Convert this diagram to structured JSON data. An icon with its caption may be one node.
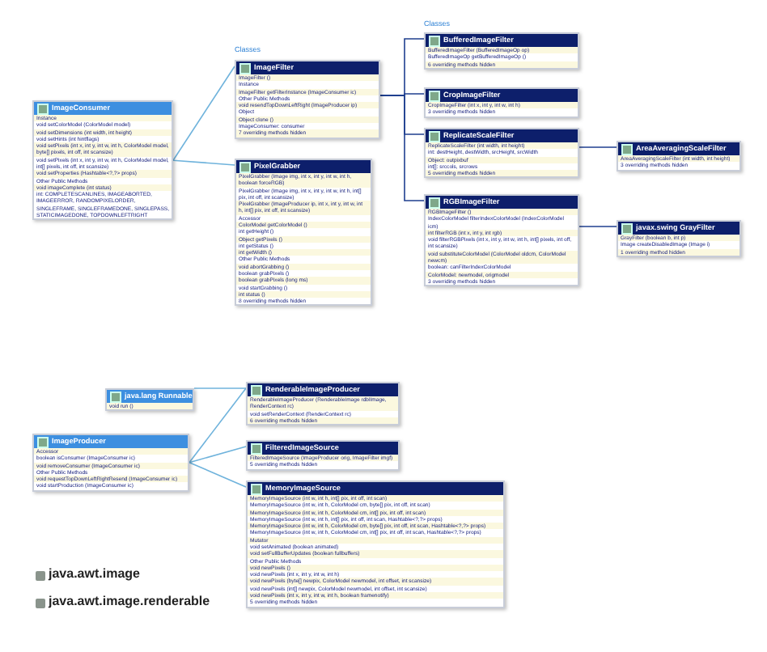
{
  "diagram": {
    "nodes": [
      {
        "text": [
          "ImageConsumer",
          "Instance",
          "void setColorModel (ColorModel model)",
          "void setDimensions (int width, int height)",
          "void setHints (int hintflags)",
          "void setPixels (int x, int y, int w, int h, ColorModel model, byte[] pixels, int off, int scansize)",
          "void setPixels (int x, int y, int w, int h, ColorModel model, int[] pixels, int off, int scansize)",
          "void setProperties (Hashtable<?,?> props)",
          "Other Public Methods",
          "void imageComplete (int status)",
          "int: COMPLETESCANLINES, IMAGEABORTED, IMAGEERROR, RANDOMPIXELORDER, SINGLEFRAME, SINGLEFRAMEDONE, SINGLEPASS, STATICIMAGEDONE, TOPDOWNLEFTRIGHT"
        ]
      },
      {
        "text": [
          "ImageFilter",
          "ImageFilter ()",
          "Instance",
          "ImageFilter getFilterInstance (ImageConsumer ic)",
          "Other Public Methods",
          "void resendTopDownLeftRight (ImageProducer ip)",
          "Object",
          "Object clone ()",
          "ImageConsumer: consumer",
          "7 overriding methods hidden"
        ]
      },
      {
        "text": [
          "PixelGrabber",
          "PixelGrabber (Image img, int x, int y, int w, int h, boolean forceRGB)",
          "PixelGrabber (Image img, int x, int y, int w, int h, int[] pix, int off, int scansize)",
          "PixelGrabber (ImageProducer ip, int x, int y, int w, int h, int[] pix, int off, int scansize)",
          "Accessor",
          "ColorModel getColorModel ()",
          "int getHeight ()",
          "Object getPixels ()",
          "int getStatus ()",
          "int getWidth ()",
          "Other Public Methods",
          "void abortGrabbing ()",
          "boolean grabPixels ()",
          "boolean grabPixels (long ms)",
          "void startGrabbing ()",
          "int status ()",
          "8 overriding methods hidden"
        ]
      },
      {
        "text": [
          "BufferedImageFilter",
          "BufferedImageFilter (BufferedImageOp op)",
          "BufferedImageOp getBufferedImageOp ()",
          "6 overriding methods hidden"
        ]
      },
      {
        "text": [
          "CropImageFilter",
          "CropImageFilter (int x, int y, int w, int h)",
          "3 overriding methods hidden"
        ]
      },
      {
        "text": [
          "ReplicateScaleFilter",
          "ReplicateScaleFilter (int width, int height)",
          "int: destHeight, destWidth, srcHeight, srcWidth",
          "Object: outpixbuf",
          "int[]: srccols, srcrows",
          "5 overriding methods hidden"
        ]
      },
      {
        "text": [
          "RGBImageFilter",
          "RGBImageFilter ()",
          "IndexColorModel filterIndexColorModel (IndexColorModel icm)",
          "int filterRGB (int x, int y, int rgb)",
          "void filterRGBPixels (int x, int y, int w, int h, int[] pixels, int off, int scansize)",
          "void substituteColorModel (ColorModel oldcm, ColorModel newcm)",
          "boolean: canFilterIndexColorModel",
          "ColorModel: newmodel, origmodel",
          "3 overriding methods hidden"
        ]
      },
      {
        "text": [
          "AreaAveragingScaleFilter",
          "AreaAveragingScaleFilter (int width, int height)",
          "3 overriding methods hidden"
        ]
      },
      {
        "text": [
          "javax.swing GrayFilter",
          "GrayFilter (boolean b, int p)",
          "Image createDisabledImage (Image i)",
          "1 overriding method hidden"
        ]
      },
      {
        "text": [
          "java.lang Runnable",
          "void run ()"
        ]
      },
      {
        "text": [
          "ImageProducer",
          "Accessor",
          "boolean isConsumer (ImageConsumer ic)",
          "void removeConsumer (ImageConsumer ic)",
          "Other Public Methods",
          "void requestTopDownLeftRightResend (ImageConsumer ic)",
          "void startProduction (ImageConsumer ic)"
        ]
      },
      {
        "text": [
          "RenderableImageProducer",
          "RenderableImageProducer (RenderableImage rdblImage, RenderContext rc)",
          "void setRenderContext (RenderContext rc)",
          "6 overriding methods hidden"
        ]
      },
      {
        "text": [
          "FilteredImageSource",
          "FilteredImageSource (ImageProducer orig, ImageFilter imgf)",
          "5 overriding methods hidden"
        ]
      },
      {
        "text": [
          "MemoryImageSource",
          "MemoryImageSource (int w, int h, int[] pix, int off, int scan)",
          "MemoryImageSource (int w, int h, ColorModel cm, byte[] pix, int off, int scan)",
          "MemoryImageSource (int w, int h, ColorModel cm, int[] pix, int off, int scan)",
          "MemoryImageSource (int w, int h, int[] pix, int off, int scan, Hashtable<?,?> props)",
          "MemoryImageSource (int w, int h, ColorModel cm, byte[] pix, int off, int scan, Hashtable<?,?> props)",
          "MemoryImageSource (int w, int h, ColorModel cm, int[] pix, int off, int scan, Hashtable<?,?> props)",
          "Mutator",
          "void setAnimated (boolean animated)",
          "void setFullBufferUpdates (boolean fullbuffers)",
          "Other Public Methods",
          "void newPixels ()",
          "void newPixels (int x, int y, int w, int h)",
          "void newPixels (byte[] newpix, ColorModel newmodel, int offset, int scansize)",
          "void newPixels (int[] newpix, ColorModel newmodel, int offset, int scansize)",
          "void newPixels (int x, int y, int w, int h, boolean framenotify)",
          "5 overriding methods hidden"
        ]
      }
    ],
    "edges": [
      {
        "from": 0,
        "to": 1,
        "arrow": "none"
      },
      {
        "from": 0,
        "to": 2,
        "arrow": "none"
      },
      {
        "from": 1,
        "to": 3,
        "arrow": "none",
        "color": "#1f3f8f"
      },
      {
        "from": 1,
        "to": 4,
        "arrow": "none",
        "color": "#1f3f8f"
      },
      {
        "from": 1,
        "to": 5,
        "arrow": "none",
        "color": "#1f3f8f"
      },
      {
        "from": 1,
        "to": 6,
        "arrow": "none",
        "color": "#1f3f8f"
      },
      {
        "from": 5,
        "to": 7,
        "arrow": "none",
        "color": "#1f3f8f"
      },
      {
        "from": 6,
        "to": 8,
        "arrow": "none",
        "color": "#1f3f8f"
      },
      {
        "from": 9,
        "to": 11,
        "arrow": "none"
      },
      {
        "from": 10,
        "to": 11,
        "arrow": "none"
      },
      {
        "from": 10,
        "to": 12,
        "arrow": "none"
      },
      {
        "from": 10,
        "to": 13,
        "arrow": "none"
      }
    ],
    "labels": [
      "Classes",
      "Classes",
      "java.awt.image",
      "java.awt.image.renderable"
    ]
  }
}
